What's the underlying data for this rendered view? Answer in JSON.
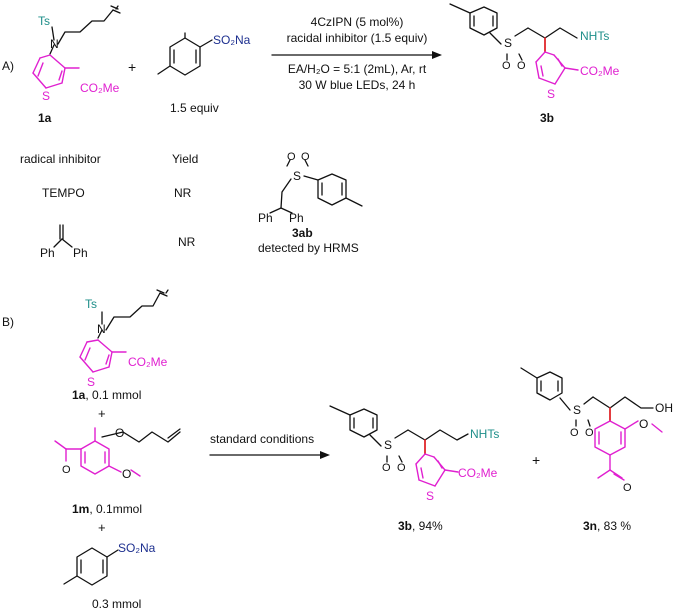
{
  "part_a": {
    "label": "A)",
    "sm": {
      "ts": "Ts",
      "n": "N",
      "ester": "CO₂Me",
      "s": "S",
      "id": "1a"
    },
    "plus": "+",
    "sulfinate": {
      "group": "SO₂Na",
      "equiv": "1.5 equiv"
    },
    "conditions": {
      "line1": "4CzIPN (5 mol%)",
      "line2": "racidal inhibitor (1.5 equiv)",
      "line3": "EA/H₂O = 5:1 (2mL), Ar, rt",
      "line4": "30 W blue LEDs, 24 h"
    },
    "product": {
      "nhts": "NHTs",
      "so2_s": "S",
      "so2_o1": "O",
      "so2_o2": "O",
      "ester": "CO₂Me",
      "s": "S",
      "id": "3b"
    },
    "inhibitor_table": {
      "headers": [
        "radical inhibitor",
        "Yield"
      ],
      "rows": [
        {
          "inhibitor": "TEMPO",
          "yield": "NR"
        },
        {
          "inhibitor": "1,1-diphenylethylene",
          "yield": "NR"
        }
      ]
    },
    "diphenylethylene": {
      "ph1": "Ph",
      "ph2": "Ph"
    },
    "adduct": {
      "s": "S",
      "o1": "O",
      "o2": "O",
      "ph1": "Ph",
      "ph2": "Ph",
      "id": "3ab",
      "note": "detected by HRMS"
    }
  },
  "part_b": {
    "label": "B)",
    "sm1": {
      "ts": "Ts",
      "n": "N",
      "ester": "CO₂Me",
      "s": "S",
      "id": "1a",
      "amount": ", 0.1 mmol"
    },
    "plus1": "+",
    "sm2": {
      "o": "O",
      "ome_o": "O",
      "id": "1m",
      "amount": ", 0.1mmol",
      "ketone_o": "O"
    },
    "plus2": "+",
    "sulfinate": {
      "group": "SO₂Na",
      "amount": "0.3 mmol"
    },
    "arrow_label": "standard conditions",
    "product1": {
      "nhts": "NHTs",
      "so2_s": "S",
      "so2_o1": "O",
      "so2_o2": "O",
      "ester": "CO₂Me",
      "s": "S",
      "id": "3b",
      "yield": ", 94%"
    },
    "plus3": "+",
    "product2": {
      "oh": "OH",
      "so2_s": "S",
      "so2_o1": "O",
      "so2_o2": "O",
      "ome_o": "O",
      "ketone_o": "O",
      "id": "3n",
      "yield": ", 83 %"
    }
  },
  "colors": {
    "black": "#111111",
    "magenta": "#e020d0",
    "teal": "#1f8f8a",
    "navy": "#1d2f8f",
    "red": "#e0262b"
  }
}
